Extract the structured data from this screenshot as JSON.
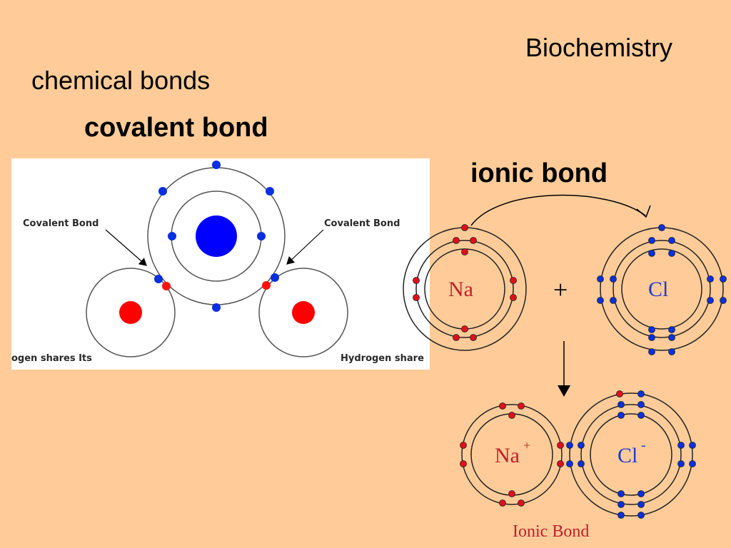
{
  "slide": {
    "subject": "Biochemistry",
    "title": "chemical bonds",
    "covalent_heading": "covalent bond",
    "ionic_heading": "ionic bond"
  },
  "covalent_diagram": {
    "label_left": "Covalent Bond",
    "label_right": "Covalent Bond",
    "caption_left": "ogen shares Its",
    "caption_right": "Hydrogen share"
  },
  "ionic_diagram": {
    "sodium": "Na",
    "chlorine": "Cl",
    "plus_sign": "+",
    "sodium_ion": "Na",
    "sodium_charge": "+",
    "chloride_ion": "Cl",
    "chloride_charge": "-",
    "caption": "Ionic Bond"
  },
  "colors": {
    "background": "#FFCC99",
    "nucleus_blue": "#0000FF",
    "electron_blue": "#0A2FE0",
    "hydrogen_red": "#FF0000",
    "electron_red": "#E0101A",
    "element_red": "#C0202A",
    "element_blue": "#1E3CCC"
  }
}
